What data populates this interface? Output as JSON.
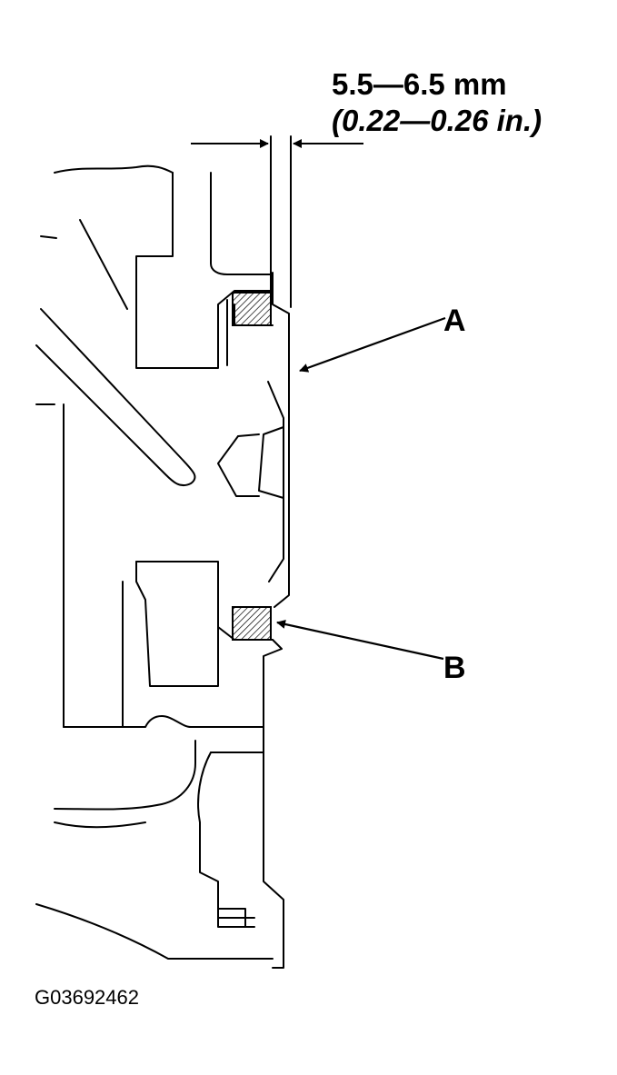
{
  "dimension": {
    "metric": "5.5—6.5 mm",
    "imperial": "(0.22—0.26 in.)"
  },
  "callouts": {
    "a": "A",
    "b": "B"
  },
  "figure_id": "G03692462"
}
